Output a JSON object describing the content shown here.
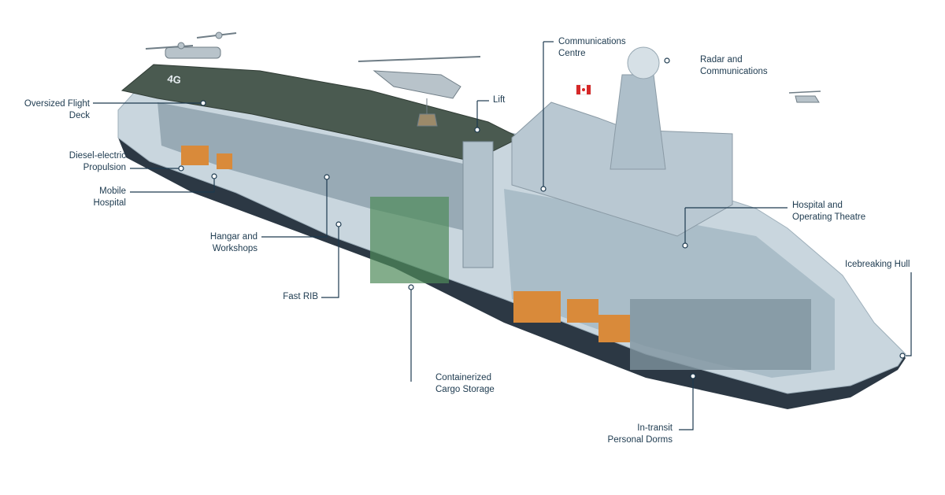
{
  "colors": {
    "hull_dark": "#2c3844",
    "hull_light": "#c9d6de",
    "deck": "#4a5a50",
    "superstructure": "#b9c8d2",
    "accent_cargo": "#d98a3a",
    "accent_green": "#4f8a5a",
    "leader": "#1d3a4f",
    "flag_red": "#d62828"
  },
  "callouts": {
    "flight_deck": {
      "line1": "Oversized Flight",
      "line2": "Deck"
    },
    "propulsion": {
      "line1": "Diesel-electric",
      "line2": "Propulsion"
    },
    "hospital_mobile": {
      "line1": "Mobile",
      "line2": "Hospital"
    },
    "hangar": {
      "line1": "Hangar and",
      "line2": "Workshops"
    },
    "rib": {
      "line1": "Fast RIB"
    },
    "cargo": {
      "line1": "Containerized",
      "line2": "Cargo Storage"
    },
    "lift": {
      "line1": "Lift"
    },
    "comms_centre": {
      "line1": "Communications",
      "line2": "Centre"
    },
    "radar": {
      "line1": "Radar and",
      "line2": "Communications"
    },
    "hospital_op": {
      "line1": "Hospital and",
      "line2": "Operating Theatre"
    },
    "ice_hull": {
      "line1": "Icebreaking Hull"
    },
    "dorms": {
      "line1": "In-transit",
      "line2": "Personal Dorms"
    }
  },
  "deck_marking": "4G",
  "icons": [
    "osprey-aircraft-icon",
    "skycrane-helicopter-icon",
    "small-helicopter-icon",
    "canadian-flag-icon"
  ]
}
